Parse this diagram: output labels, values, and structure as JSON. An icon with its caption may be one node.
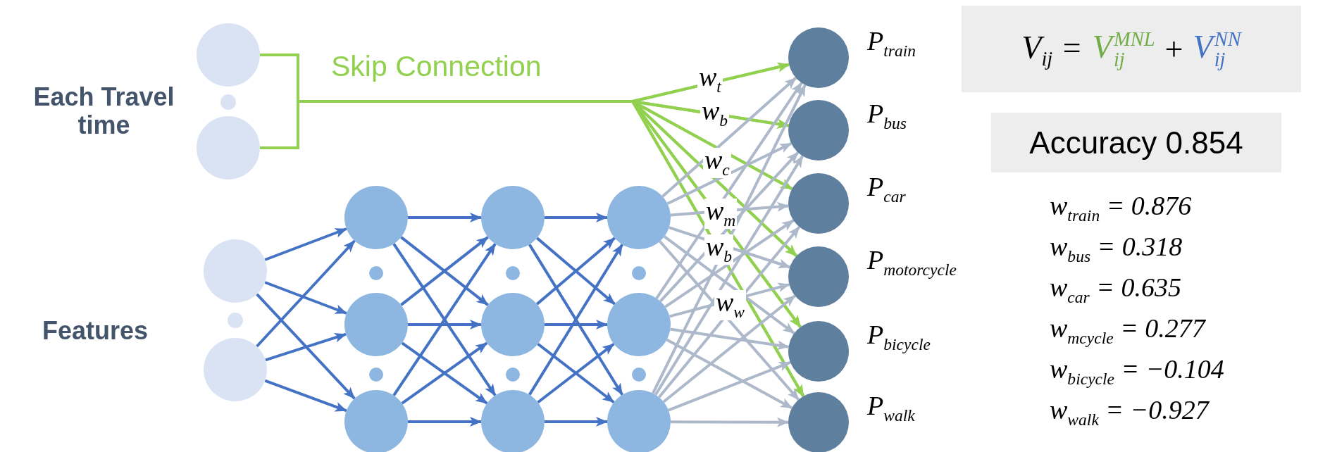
{
  "diagram": {
    "nodes": [
      {
        "text": [],
        "shape": "circle"
      },
      {
        "text": [],
        "shape": "circle"
      },
      {
        "text": [],
        "shape": "circle"
      },
      {
        "text": [],
        "shape": "circle"
      },
      {
        "text": [],
        "shape": "circle"
      },
      {
        "text": [],
        "shape": "circle"
      },
      {
        "text": [],
        "shape": "circle"
      },
      {
        "text": [],
        "shape": "circle"
      },
      {
        "text": [],
        "shape": "circle"
      },
      {
        "text": [],
        "shape": "circle"
      },
      {
        "text": [],
        "shape": "circle"
      },
      {
        "text": [],
        "shape": "circle"
      },
      {
        "text": [],
        "shape": "circle"
      },
      {
        "text": [],
        "shape": "circle",
        "beside": [
          "P$_{train}$"
        ]
      },
      {
        "text": [],
        "shape": "circle",
        "beside": [
          "P$_{bus}$"
        ]
      },
      {
        "text": [],
        "shape": "circle",
        "beside": [
          "P$_{car}$"
        ]
      },
      {
        "text": [],
        "shape": "circle",
        "beside": [
          "P$_{motorcycle}$"
        ]
      },
      {
        "text": [],
        "shape": "circle",
        "beside": [
          "P$_{bicycle}$"
        ]
      },
      {
        "text": [],
        "shape": "circle",
        "beside": [
          "P$_{walk}$"
        ]
      },
      {
        "text": [
          "V$_{ij}$ =",
          "V$^{MNL}$$_{ij}$",
          "+",
          "V$^{NN}$$_{ij}$"
        ]
      },
      {
        "text": [
          "Accuracy 0.854"
        ]
      }
    ],
    "edges": [
      {
        "from": 0,
        "to": 13,
        "arrow": "to",
        "label": "w$_{t}$",
        "color": "#92d050"
      },
      {
        "from": 0,
        "to": 14,
        "arrow": "to",
        "label": "w$_{b}$",
        "color": "#92d050"
      },
      {
        "from": 0,
        "to": 15,
        "arrow": "to",
        "label": "w$_{c}$",
        "color": "#92d050"
      },
      {
        "from": 0,
        "to": 16,
        "arrow": "to",
        "label": "w$_{m}$",
        "color": "#92d050"
      },
      {
        "from": 0,
        "to": 17,
        "arrow": "to",
        "label": "w$_{b}$",
        "color": "#92d050"
      },
      {
        "from": 0,
        "to": 18,
        "arrow": "to",
        "label": "w$_{w}$",
        "color": "#92d050"
      },
      {
        "from": 1,
        "to": 13,
        "arrow": "to",
        "color": "#92d050"
      },
      {
        "from": 1,
        "to": 14,
        "arrow": "to",
        "color": "#92d050"
      },
      {
        "from": 1,
        "to": 15,
        "arrow": "to",
        "color": "#92d050"
      },
      {
        "from": 1,
        "to": 16,
        "arrow": "to",
        "color": "#92d050"
      },
      {
        "from": 1,
        "to": 17,
        "arrow": "to",
        "color": "#92d050"
      },
      {
        "from": 1,
        "to": 18,
        "arrow": "to",
        "color": "#92d050"
      },
      {
        "from": 2,
        "to": 4,
        "arrow": "to"
      },
      {
        "from": 2,
        "to": 5,
        "arrow": "to"
      },
      {
        "from": 2,
        "to": 6,
        "arrow": "to"
      },
      {
        "from": 3,
        "to": 4,
        "arrow": "to"
      },
      {
        "from": 3,
        "to": 5,
        "arrow": "to"
      },
      {
        "from": 3,
        "to": 6,
        "arrow": "to"
      },
      {
        "from": 4,
        "to": 7,
        "arrow": "to"
      },
      {
        "from": 4,
        "to": 8,
        "arrow": "to"
      },
      {
        "from": 4,
        "to": 9,
        "arrow": "to"
      },
      {
        "from": 5,
        "to": 7,
        "arrow": "to"
      },
      {
        "from": 5,
        "to": 8,
        "arrow": "to"
      },
      {
        "from": 5,
        "to": 9,
        "arrow": "to"
      },
      {
        "from": 6,
        "to": 7,
        "arrow": "to"
      },
      {
        "from": 6,
        "to": 8,
        "arrow": "to"
      },
      {
        "from": 6,
        "to": 9,
        "arrow": "to"
      },
      {
        "from": 7,
        "to": 10,
        "arrow": "to"
      },
      {
        "from": 7,
        "to": 11,
        "arrow": "to"
      },
      {
        "from": 7,
        "to": 12,
        "arrow": "to"
      },
      {
        "from": 8,
        "to": 10,
        "arrow": "to"
      },
      {
        "from": 8,
        "to": 11,
        "arrow": "to"
      },
      {
        "from": 8,
        "to": 12,
        "arrow": "to"
      },
      {
        "from": 9,
        "to": 10,
        "arrow": "to"
      },
      {
        "from": 9,
        "to": 11,
        "arrow": "to"
      },
      {
        "from": 9,
        "to": 12,
        "arrow": "to"
      },
      {
        "from": 10,
        "to": 13,
        "arrow": "to",
        "color": "#adb9ca"
      },
      {
        "from": 10,
        "to": 14,
        "arrow": "to",
        "color": "#adb9ca"
      },
      {
        "from": 10,
        "to": 15,
        "arrow": "to",
        "color": "#adb9ca"
      },
      {
        "from": 10,
        "to": 16,
        "arrow": "to",
        "color": "#adb9ca"
      },
      {
        "from": 10,
        "to": 17,
        "arrow": "to",
        "color": "#adb9ca"
      },
      {
        "from": 10,
        "to": 18,
        "arrow": "to",
        "color": "#adb9ca"
      },
      {
        "from": 11,
        "to": 13,
        "arrow": "to",
        "color": "#adb9ca"
      },
      {
        "from": 11,
        "to": 14,
        "arrow": "to",
        "color": "#adb9ca"
      },
      {
        "from": 11,
        "to": 15,
        "arrow": "to",
        "color": "#adb9ca"
      },
      {
        "from": 11,
        "to": 16,
        "arrow": "to",
        "color": "#adb9ca"
      },
      {
        "from": 11,
        "to": 17,
        "arrow": "to",
        "color": "#adb9ca"
      },
      {
        "from": 11,
        "to": 18,
        "arrow": "to",
        "color": "#adb9ca"
      },
      {
        "from": 12,
        "to": 13,
        "arrow": "to",
        "color": "#adb9ca"
      },
      {
        "from": 12,
        "to": 14,
        "arrow": "to",
        "color": "#adb9ca"
      },
      {
        "from": 12,
        "to": 15,
        "arrow": "to",
        "color": "#adb9ca"
      },
      {
        "from": 12,
        "to": 16,
        "arrow": "to",
        "color": "#adb9ca"
      },
      {
        "from": 12,
        "to": 17,
        "arrow": "to",
        "color": "#adb9ca"
      },
      {
        "from": 12,
        "to": 18,
        "arrow": "to",
        "color": "#adb9ca"
      }
    ],
    "labels": [
      "Each Travel time",
      "Skip Connection",
      "Features",
      "w$_{train}$ = 0.876",
      "w$_{bus}$ = 0.318",
      "w$_{car}$ = 0.635",
      "w$_{mcycle}$ = 0.277",
      "w$_{bicycle}$ = −0.104",
      "w$_{walk}$ = −0.927"
    ]
  }
}
